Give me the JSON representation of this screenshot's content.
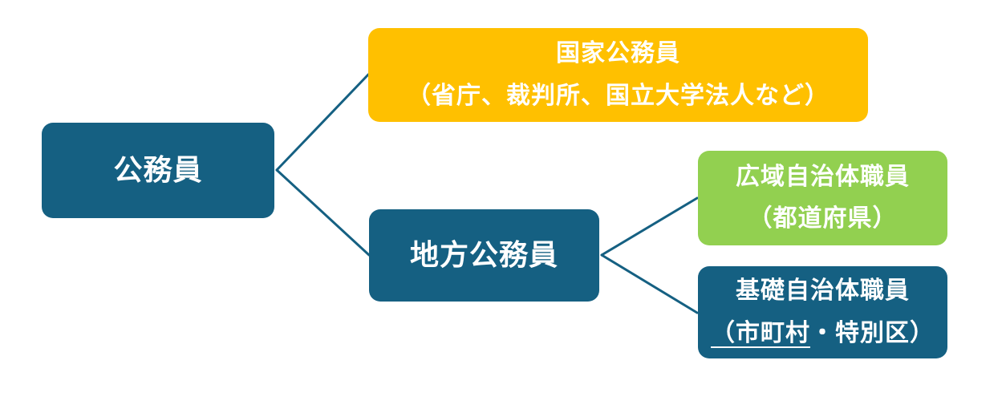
{
  "diagram": {
    "root": {
      "label": "公務員"
    },
    "national": {
      "title": "国家公務員",
      "subtitle": "（省庁、裁判所、国立大学法人など）"
    },
    "local": {
      "label": "地方公務員"
    },
    "regional": {
      "title": "広域自治体職員",
      "subtitle": "（都道府県）"
    },
    "basic": {
      "title": "基礎自治体職員",
      "subtitle_underlined": "（市町村",
      "subtitle_rest": "・特別区）"
    }
  },
  "colors": {
    "teal": "#156082",
    "orange": "#FFC000",
    "green": "#92D050",
    "line": "#156082",
    "text": "#FFFFFF",
    "background": "#FFFFFF"
  }
}
